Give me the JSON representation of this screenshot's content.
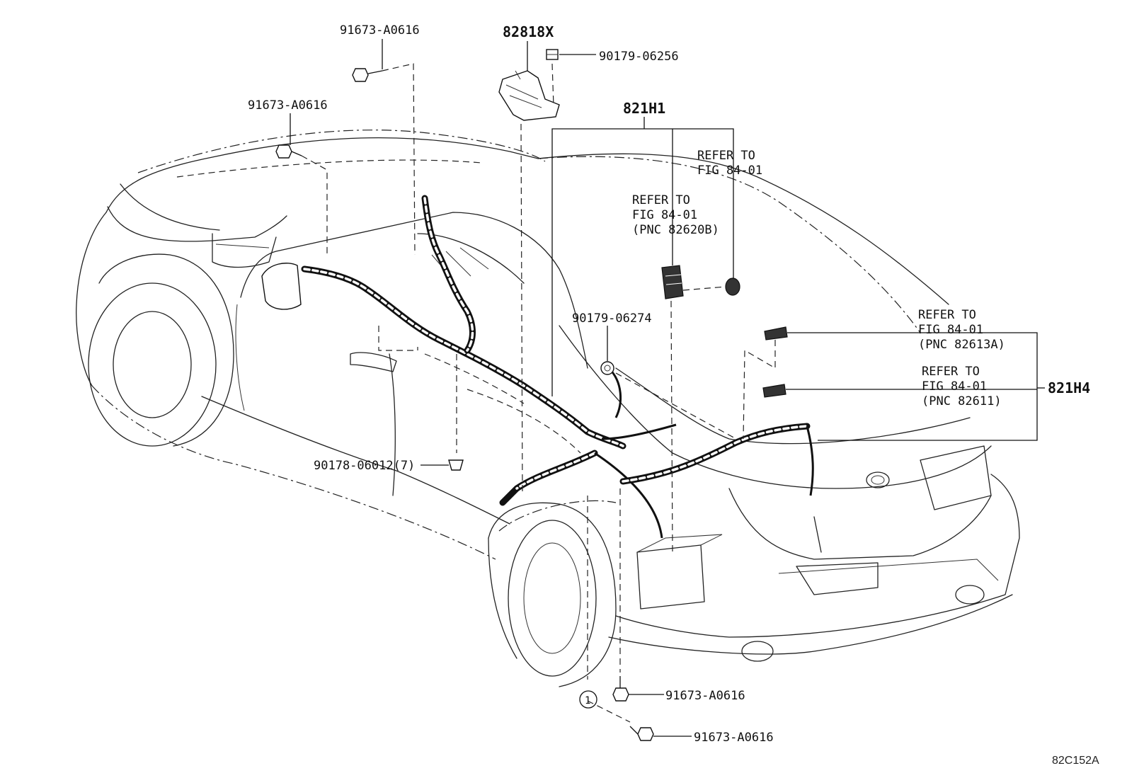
{
  "callouts": {
    "bolt_top": "91673-A0616",
    "bolt_left": "91673-A0616",
    "cover": "82818X",
    "nut_top": "90179-06256",
    "harness_main": "821H1",
    "refer_a": {
      "line1": "REFER TO",
      "line2": "FIG 84-01"
    },
    "refer_b": {
      "line1": "REFER TO",
      "line2": "FIG 84-01",
      "line3": "(PNC 82620B)"
    },
    "nut_mid": "90179-06274",
    "refer_c": {
      "line1": "REFER TO",
      "line2": "FIG 84-01",
      "line3": "(PNC 82613A)"
    },
    "refer_d": {
      "line1": "REFER TO",
      "line2": "FIG 84-01",
      "line3": "(PNC 82611)"
    },
    "harness_rear": "821H4",
    "clip": "90178-06012(7)",
    "circle_ref": "1",
    "bolt_bottom1": "91673-A0616",
    "bolt_bottom2": "91673-A0616"
  },
  "figure_code": "82C152A"
}
